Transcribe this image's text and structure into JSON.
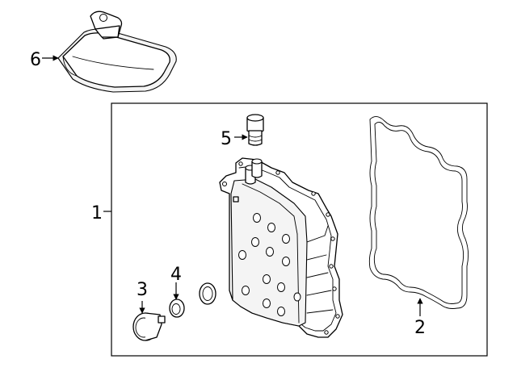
{
  "diagram": {
    "callouts": {
      "one": "1",
      "two": "2",
      "three": "3",
      "four": "4",
      "five": "5",
      "six": "6"
    },
    "colors": {
      "line": "#000000",
      "background": "#ffffff",
      "shade": "#f4f4f4"
    }
  }
}
